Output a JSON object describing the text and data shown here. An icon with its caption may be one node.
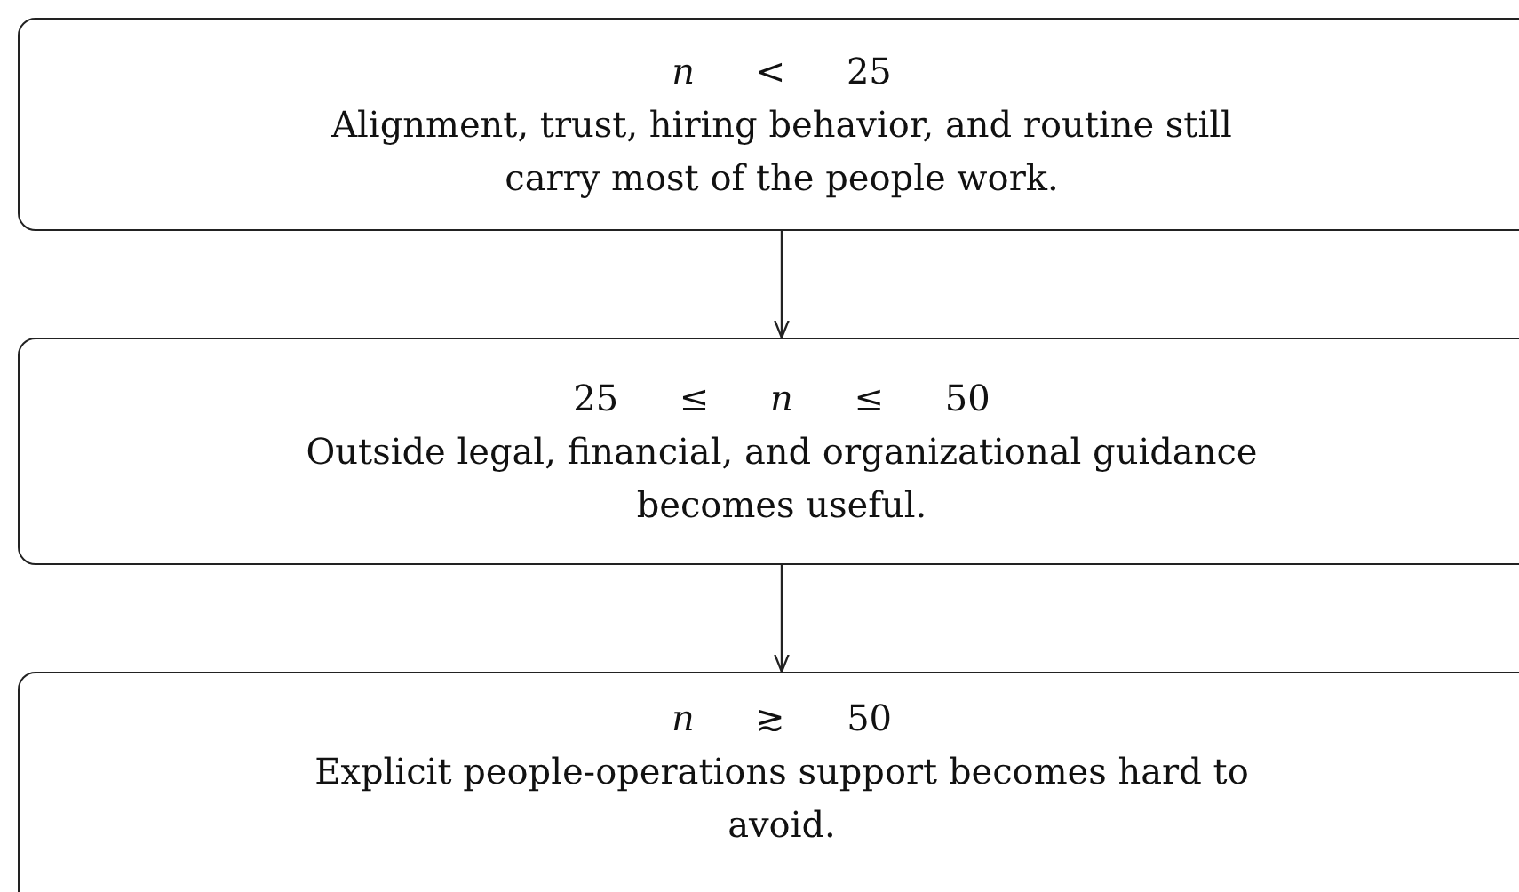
{
  "diagram": {
    "nodes": [
      {
        "text": [
          "*n* < 25",
          "Alignment, trust, hiring behavior, and routine still carry most of the people work."
        ]
      },
      {
        "text": [
          "25 ≤ *n* ≤ 50",
          "Outside legal, financial, and organizational guidance becomes useful."
        ]
      },
      {
        "text": [
          "*n* ≳ 50",
          "Explicit people-operations support becomes hard to avoid."
        ]
      }
    ],
    "edges": [
      {
        "from": 0,
        "to": 1,
        "arrow": "to"
      },
      {
        "from": 1,
        "to": 2,
        "arrow": "to"
      }
    ]
  }
}
